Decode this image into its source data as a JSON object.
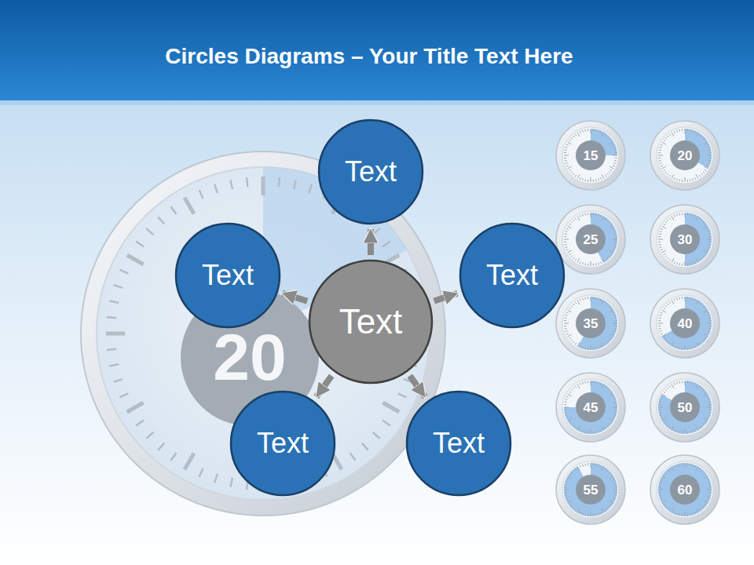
{
  "diagram": {
    "title": "Circles Diagrams – Your Title Text Here",
    "nodes": [
      {
        "text": [
          "Text"
        ]
      },
      {
        "text": [
          "Text"
        ]
      },
      {
        "text": [
          "Text"
        ]
      },
      {
        "text": [
          "Text"
        ]
      },
      {
        "text": [
          "Text"
        ]
      },
      {
        "text": [
          "Text"
        ]
      }
    ],
    "edges": [
      {
        "from": 3,
        "to": 0,
        "arrow": "to"
      },
      {
        "from": 3,
        "to": 2,
        "arrow": "to"
      },
      {
        "from": 3,
        "to": 5,
        "arrow": "to"
      },
      {
        "from": 3,
        "to": 4,
        "arrow": "to"
      },
      {
        "from": 3,
        "to": 1,
        "arrow": "to"
      }
    ],
    "labels": [
      "15",
      "20",
      "25",
      "30",
      "35",
      "40",
      "45",
      "50",
      "55",
      "60",
      "20"
    ]
  }
}
